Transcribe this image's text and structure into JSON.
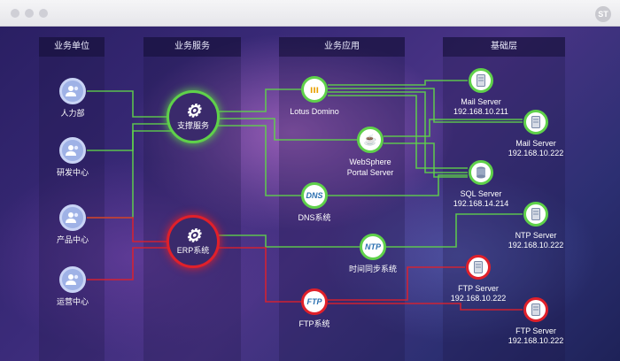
{
  "window": {
    "badge": "ST"
  },
  "columns": [
    "业务单位",
    "业务服务",
    "业务应用",
    "基础层"
  ],
  "units": [
    {
      "label": "人力部"
    },
    {
      "label": "研发中心"
    },
    {
      "label": "产品中心"
    },
    {
      "label": "运营中心"
    }
  ],
  "services": [
    {
      "label": "支撑服务",
      "status": "normal"
    },
    {
      "label": "ERP系统",
      "status": "alert"
    }
  ],
  "apps": [
    {
      "label": "Lotus Domino",
      "icon": "lotus-icon",
      "status": "normal"
    },
    {
      "label": "WebSphere\nPortal Server",
      "icon": "java-icon",
      "status": "normal"
    },
    {
      "label": "DNS系统",
      "icon": "DNS",
      "status": "normal"
    },
    {
      "label": "时间同步系统",
      "icon": "NTP",
      "status": "normal"
    },
    {
      "label": "FTP系统",
      "icon": "FTP",
      "status": "alert"
    }
  ],
  "servers": [
    {
      "name": "Mail Server",
      "ip": "192.168.10.211",
      "status": "normal",
      "icon": "server-icon"
    },
    {
      "name": "Mail Server",
      "ip": "192.168.10.222",
      "status": "normal",
      "icon": "server-icon"
    },
    {
      "name": "SQL Server",
      "ip": "192.168.14.214",
      "status": "normal",
      "icon": "database-icon"
    },
    {
      "name": "NTP Server",
      "ip": "192.168.10.222",
      "status": "normal",
      "icon": "server-icon"
    },
    {
      "name": "FTP Server",
      "ip": "192.168.10.222",
      "status": "alert",
      "icon": "server-icon"
    },
    {
      "name": "FTP Server",
      "ip": "192.168.10.222",
      "status": "alert",
      "icon": "server-icon"
    }
  ],
  "colors": {
    "normal": "#5fd14a",
    "alert": "#e0202a",
    "unit": "#9fb2e6"
  }
}
